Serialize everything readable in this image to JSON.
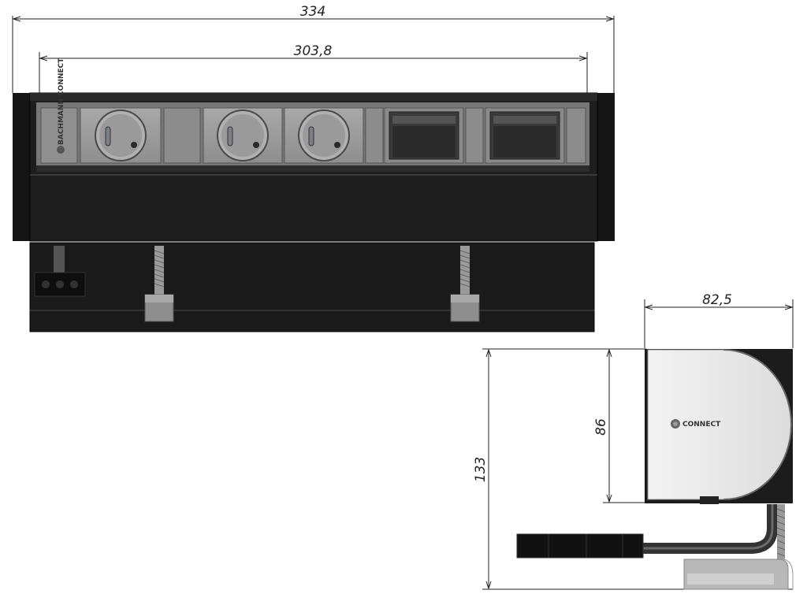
{
  "dimensions": {
    "overall_width": "334",
    "inner_width": "303,8",
    "depth": "82,5",
    "lid_height": "86",
    "total_height": "133"
  },
  "front_view": {
    "brand_label": "BACHMANN CONNECT",
    "modules": [
      {
        "kind": "socket"
      },
      {
        "kind": "blank"
      },
      {
        "kind": "socket"
      },
      {
        "kind": "socket"
      },
      {
        "kind": "blank"
      },
      {
        "kind": "data"
      },
      {
        "kind": "blank"
      },
      {
        "kind": "data"
      }
    ]
  },
  "side_view": {
    "brand_label": "CONNECT"
  },
  "colors": {
    "body": "#1b1b1b",
    "panel": "#8c8c8c",
    "socket": "#9a9a9a",
    "lid": "#e9e9e9",
    "line": "#222222"
  }
}
